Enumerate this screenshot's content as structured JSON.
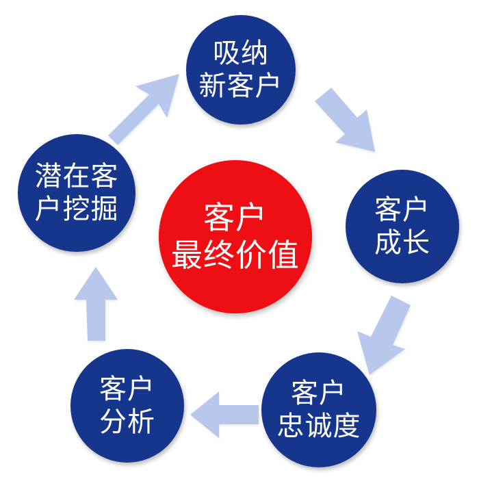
{
  "colors": {
    "outer_circle": "#16358c",
    "center_circle": "#ee0f14",
    "arrow": "#b7c8ec",
    "text": "#ffffff"
  },
  "cycle": {
    "acquire": {
      "line1": "吸纳",
      "line2": "新客户"
    },
    "growth": {
      "line1": "客户",
      "line2": "成长"
    },
    "loyalty": {
      "line1": "客户",
      "line2": "忠诚度"
    },
    "analysis": {
      "line1": "客户",
      "line2": "分析"
    },
    "mining": {
      "line1": "潜在客",
      "line2": "户挖掘"
    }
  },
  "center": {
    "line1": "客户",
    "line2": "最终价值"
  }
}
